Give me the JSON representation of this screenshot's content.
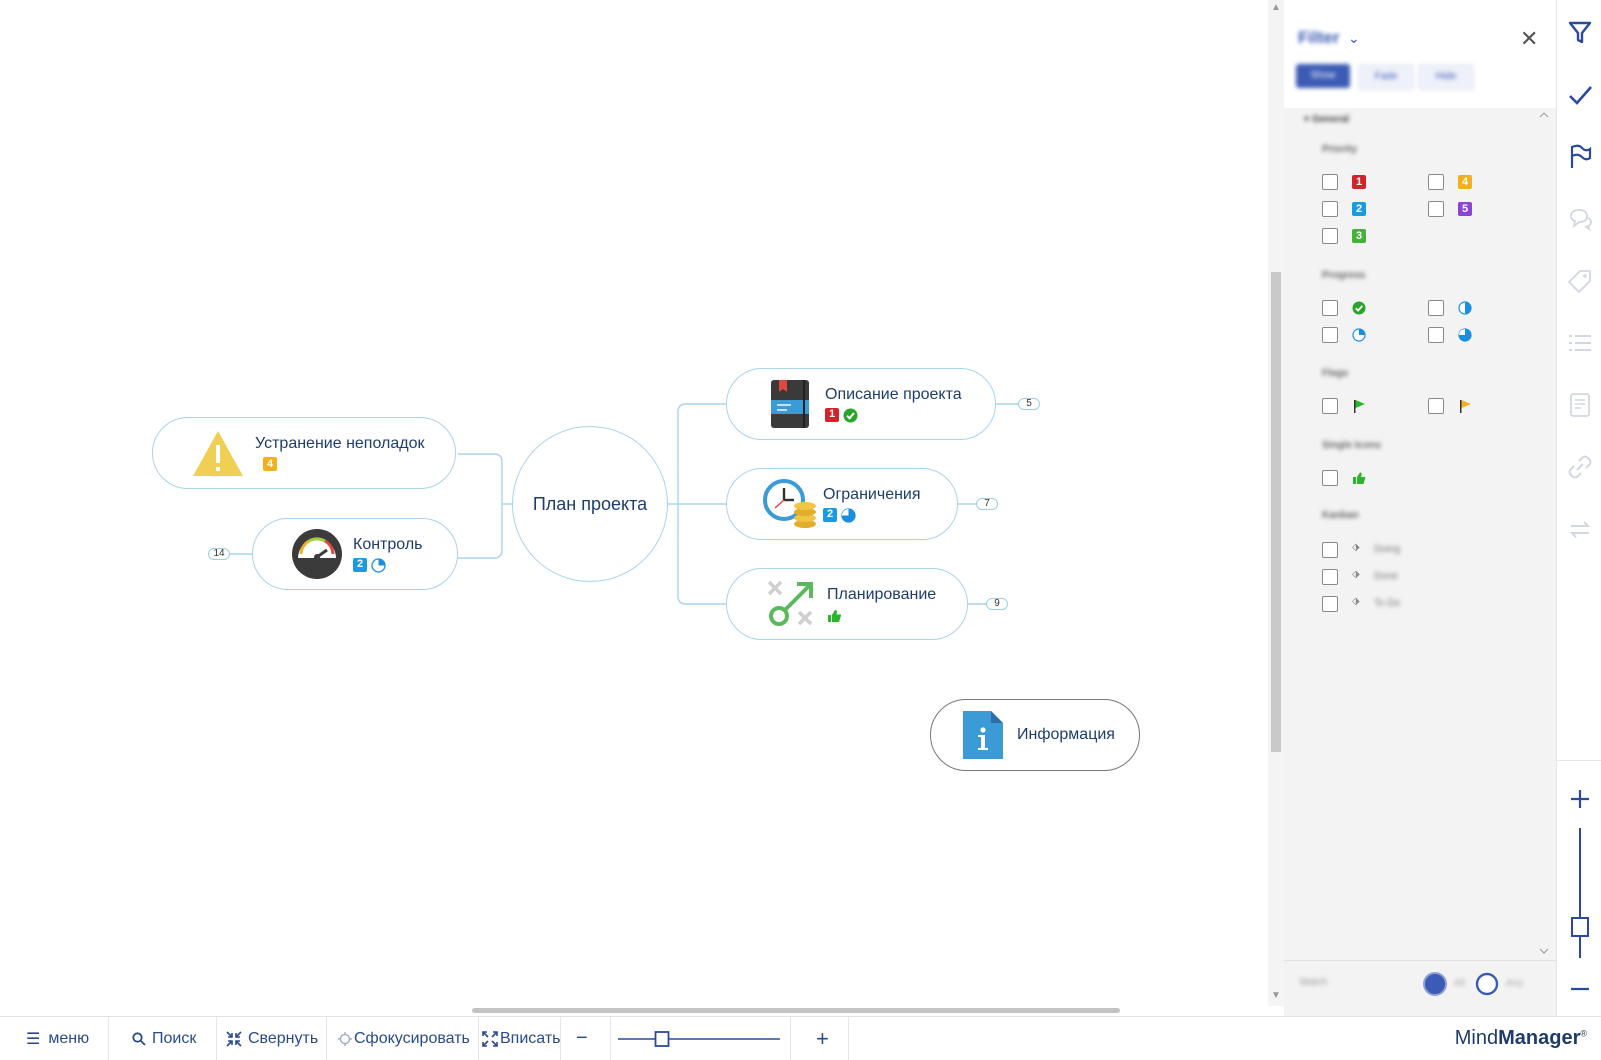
{
  "map": {
    "central_topic": "План проекта",
    "topics": [
      {
        "id": "troubleshoot",
        "label": "Устранение неполадок",
        "icon": "warning-icon",
        "markers": [
          {
            "type": "priority",
            "value": "4",
            "color": "#f2b01e"
          }
        ]
      },
      {
        "id": "control",
        "label": "Контроль",
        "icon": "speedometer-icon",
        "count": "14",
        "markers": [
          {
            "type": "priority",
            "value": "2",
            "color": "#1a9be0"
          },
          {
            "type": "progress",
            "value": "25%"
          }
        ]
      },
      {
        "id": "description",
        "label": "Описание проекта",
        "icon": "notebook-icon",
        "count": "5",
        "markers": [
          {
            "type": "priority",
            "value": "1",
            "color": "#d2232a"
          },
          {
            "type": "progress",
            "value": "done"
          }
        ]
      },
      {
        "id": "constraints",
        "label": "Ограничения",
        "icon": "clock-coins-icon",
        "count": "7",
        "markers": [
          {
            "type": "priority",
            "value": "2",
            "color": "#1a9be0"
          },
          {
            "type": "progress",
            "value": "75%"
          }
        ]
      },
      {
        "id": "planning",
        "label": "Планирование",
        "icon": "strategy-icon",
        "count": "9",
        "markers": [
          {
            "type": "single",
            "value": "thumbs-up",
            "color": "#2ab52a"
          }
        ]
      }
    ],
    "floating_topic": {
      "label": "Информация",
      "icon": "info-document-icon"
    }
  },
  "filter_panel": {
    "title": "Filter",
    "buttons": [
      "Show",
      "Fade",
      "Hide"
    ],
    "group": "General",
    "sections": {
      "priority": {
        "label": "Priority",
        "items": [
          "1",
          "2",
          "3",
          "4",
          "5"
        ],
        "colors": [
          "#d2232a",
          "#1a9be0",
          "#45b03a",
          "#f2b01e",
          "#8b44d6"
        ]
      },
      "progress": {
        "label": "Progress",
        "items": [
          "done",
          "50%",
          "25%",
          "75%"
        ]
      },
      "flags": {
        "label": "Flags",
        "items": [
          "green-flag",
          "yellow-flag"
        ]
      },
      "single_icons": {
        "label": "Single Icons",
        "items": [
          "thumbs-up"
        ]
      },
      "kanban": {
        "label": "Kanban",
        "items": [
          "Doing",
          "Done",
          "To Do"
        ]
      }
    },
    "match": {
      "label": "Match",
      "options": [
        "All",
        "Any"
      ],
      "selected": "All"
    }
  },
  "right_toolbar": [
    "filter-icon",
    "check-icon",
    "flag-icon",
    "comments-icon",
    "tag-icon",
    "list-icon",
    "notes-icon",
    "link-icon",
    "sync-icon"
  ],
  "bottom_bar": {
    "menu": "меню",
    "search": "Поиск",
    "collapse": "Свернуть",
    "focus": "Сфокусировать",
    "fit": "Вписать",
    "zoom_level_fraction": 0.25,
    "brand_a": "Mind",
    "brand_b": "Manager",
    "brand_mark": "®"
  },
  "colors": {
    "accent": "#3b5bb5",
    "topic_border": "#a9d3ee",
    "text": "#1f3d6b"
  }
}
